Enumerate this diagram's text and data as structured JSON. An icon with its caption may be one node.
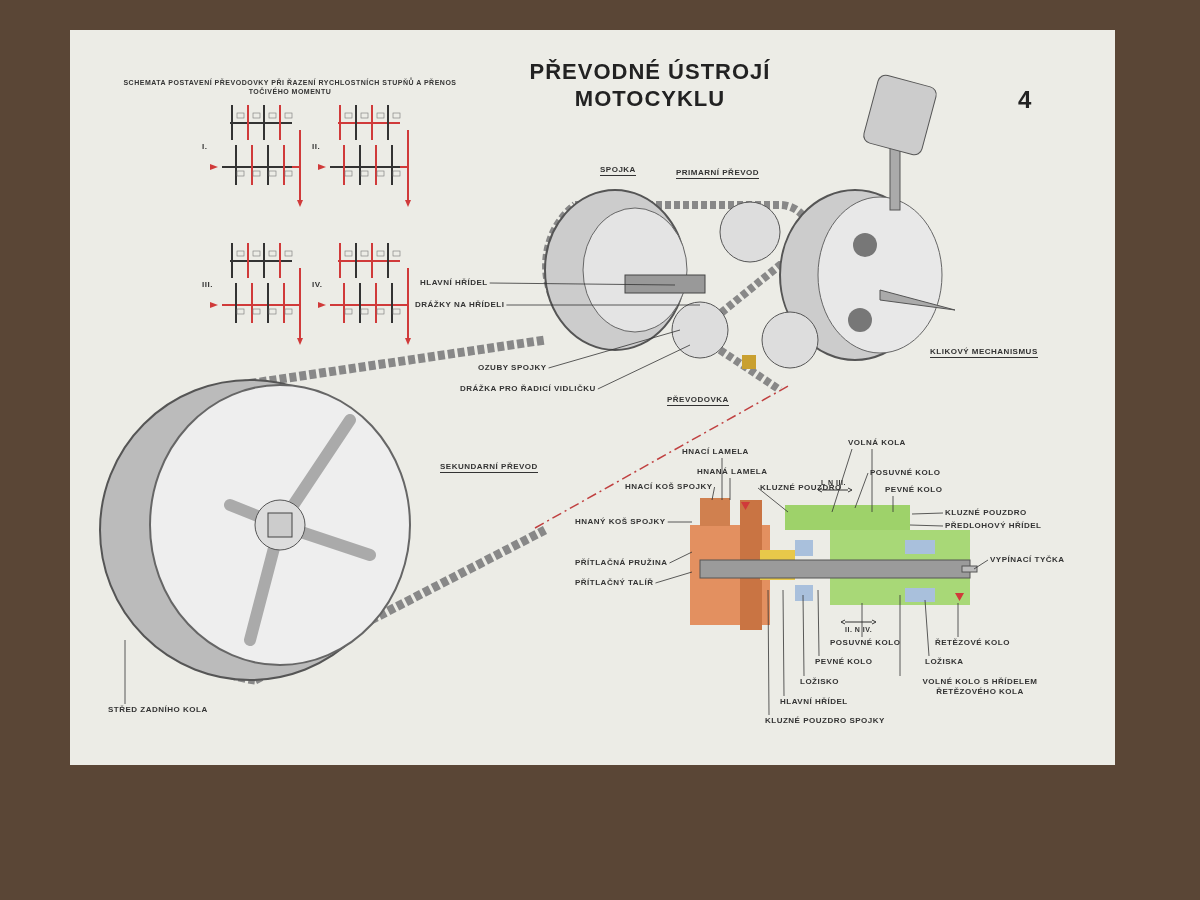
{
  "diagram": {
    "title": "PŘEVODNÉ ÚSTROJÍ MOTOCYKLU",
    "nodes": [
      {
        "text": [
          "HLAVNÍ HŘÍDEL"
        ]
      },
      {
        "text": [
          "DRÁŽKY NA HŘÍDELI"
        ]
      },
      {
        "text": [
          "OZUBY SPOJKY"
        ]
      },
      {
        "text": [
          "DRÁŽKA PRO ŘADICÍ VIDLIČKU"
        ]
      },
      {
        "text": [
          "HNACÍ LAMELA"
        ]
      },
      {
        "text": [
          "HNANÁ LAMELA"
        ]
      },
      {
        "text": [
          "HNACÍ KOŠ SPOJKY"
        ]
      },
      {
        "text": [
          "HNANÝ KOŠ SPOJKY"
        ]
      },
      {
        "text": [
          "PŘÍTLAČNÁ PRUŽINA"
        ]
      },
      {
        "text": [
          "PŘÍTLAČNÝ TALÍŘ"
        ]
      },
      {
        "text": [
          "KLUZNÉ POUZDRO"
        ]
      },
      {
        "text": [
          "VOLNÁ KOLA"
        ]
      },
      {
        "text": [
          "POSUVNÉ KOLO"
        ]
      },
      {
        "text": [
          "PEVNÉ KOLO"
        ]
      },
      {
        "text": [
          "KLUZNÉ POUZDRO"
        ]
      },
      {
        "text": [
          "PŘEDLOHOVÝ HŘÍDEL"
        ]
      },
      {
        "text": [
          "VYPÍNACÍ TYČKA"
        ]
      },
      {
        "text": [
          "POSUVNÉ KOLO"
        ]
      },
      {
        "text": [
          "ŘETĚZOVÉ KOLO"
        ]
      },
      {
        "text": [
          "PEVNÉ KOLO"
        ]
      },
      {
        "text": [
          "LOŽISKA"
        ]
      },
      {
        "text": [
          "LOŽISKO"
        ]
      },
      {
        "text": [
          "VOLNÉ KOLO S HŘÍDELEM ŘETĚZOVÉHO KOLA"
        ]
      },
      {
        "text": [
          "HLAVNÍ HŘÍDEL"
        ]
      },
      {
        "text": [
          "KLUZNÉ POUZDRO SPOJKY"
        ]
      },
      {
        "text": [
          "STŘED ZADNÍHO KOLA"
        ]
      },
      {
        "text": [],
        "shape": "picture"
      },
      {
        "text": [],
        "shape": "picture"
      },
      {
        "text": [],
        "shape": "picture"
      }
    ],
    "edges": [
      {
        "from": 0,
        "to": 26,
        "arrow": "none"
      },
      {
        "from": 1,
        "to": 26,
        "arrow": "none"
      },
      {
        "from": 2,
        "to": 26,
        "arrow": "none"
      },
      {
        "from": 3,
        "to": 26,
        "arrow": "none"
      },
      {
        "from": 4,
        "to": 28,
        "arrow": "none"
      },
      {
        "from": 5,
        "to": 28,
        "arrow": "none"
      },
      {
        "from": 6,
        "to": 28,
        "arrow": "none"
      },
      {
        "from": 7,
        "to": 28,
        "arrow": "none"
      },
      {
        "from": 8,
        "to": 28,
        "arrow": "none"
      },
      {
        "from": 9,
        "to": 28,
        "arrow": "none"
      },
      {
        "from": 10,
        "to": 28,
        "arrow": "none"
      },
      {
        "from": 11,
        "to": 28,
        "arrow": "none"
      },
      {
        "from": 11,
        "to": 28,
        "arrow": "none"
      },
      {
        "from": 12,
        "to": 28,
        "arrow": "none"
      },
      {
        "from": 13,
        "to": 28,
        "arrow": "none"
      },
      {
        "from": 14,
        "to": 28,
        "arrow": "none"
      },
      {
        "from": 15,
        "to": 28,
        "arrow": "none"
      },
      {
        "from": 16,
        "to": 28,
        "arrow": "none"
      },
      {
        "from": 17,
        "to": 28,
        "arrow": "none"
      },
      {
        "from": 18,
        "to": 28,
        "arrow": "none"
      },
      {
        "from": 19,
        "to": 28,
        "arrow": "none"
      },
      {
        "from": 20,
        "to": 28,
        "arrow": "none"
      },
      {
        "from": 21,
        "to": 28,
        "arrow": "none"
      },
      {
        "from": 22,
        "to": 28,
        "arrow": "none"
      },
      {
        "from": 23,
        "to": 28,
        "arrow": "none"
      },
      {
        "from": 24,
        "to": 28,
        "arrow": "none"
      },
      {
        "from": 25,
        "to": 27,
        "arrow": "none"
      }
    ],
    "labels": [
      "SCHEMATA POSTAVENÍ PŘEVODOVKY PŘI ŘAZENÍ RYCHLOSTNÍCH STUPŇŮ A PŘENOS TOČIVÉHO MOMENTU",
      "4",
      "I.",
      "II.",
      "III.",
      "IV.",
      "SPOJKA",
      "PRIMARNÍ PŘEVOD",
      "KLIKOVÝ MECHANISMUS",
      "PŘEVODOVKA",
      "SEKUNDARNÍ PŘEVOD",
      "L N III.",
      "II. N IV."
    ]
  }
}
